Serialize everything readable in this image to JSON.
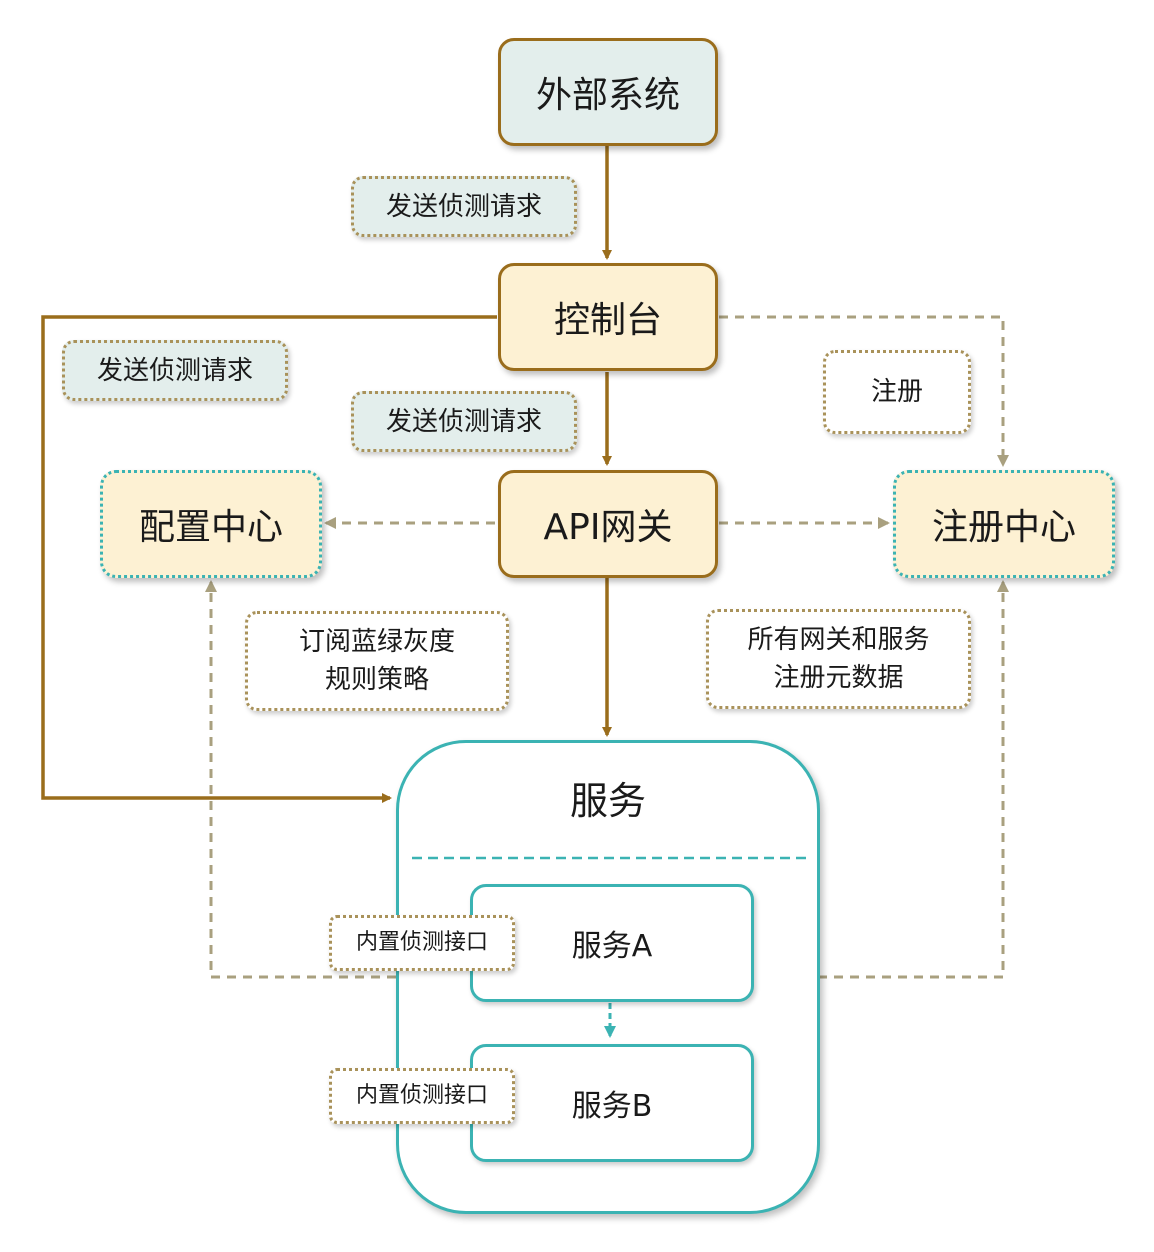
{
  "nodes": {
    "external": "外部系统",
    "console": "控制台",
    "gateway": "API网关",
    "config_center": "配置中心",
    "registry": "注册中心",
    "service": "服务",
    "service_a": "服务A",
    "service_b": "服务B"
  },
  "labels": {
    "send_probe_1": "发送侦测请求",
    "send_probe_2": "发送侦测请求",
    "send_probe_3": "发送侦测请求",
    "register": "注册",
    "subscribe_line1": "订阅蓝绿灰度",
    "subscribe_line2": "规则策略",
    "metadata_line1": "所有网关和服务",
    "metadata_line2": "注册元数据",
    "probe_api_a": "内置侦测接口",
    "probe_api_b": "内置侦测接口"
  },
  "colors": {
    "solid_arrow": "#9a6d1c",
    "dashed_arrow": "#a9a07f",
    "teal": "#3bb3b3",
    "node_fill": "#fdf1d3",
    "tint_fill": "#e3eeec"
  }
}
